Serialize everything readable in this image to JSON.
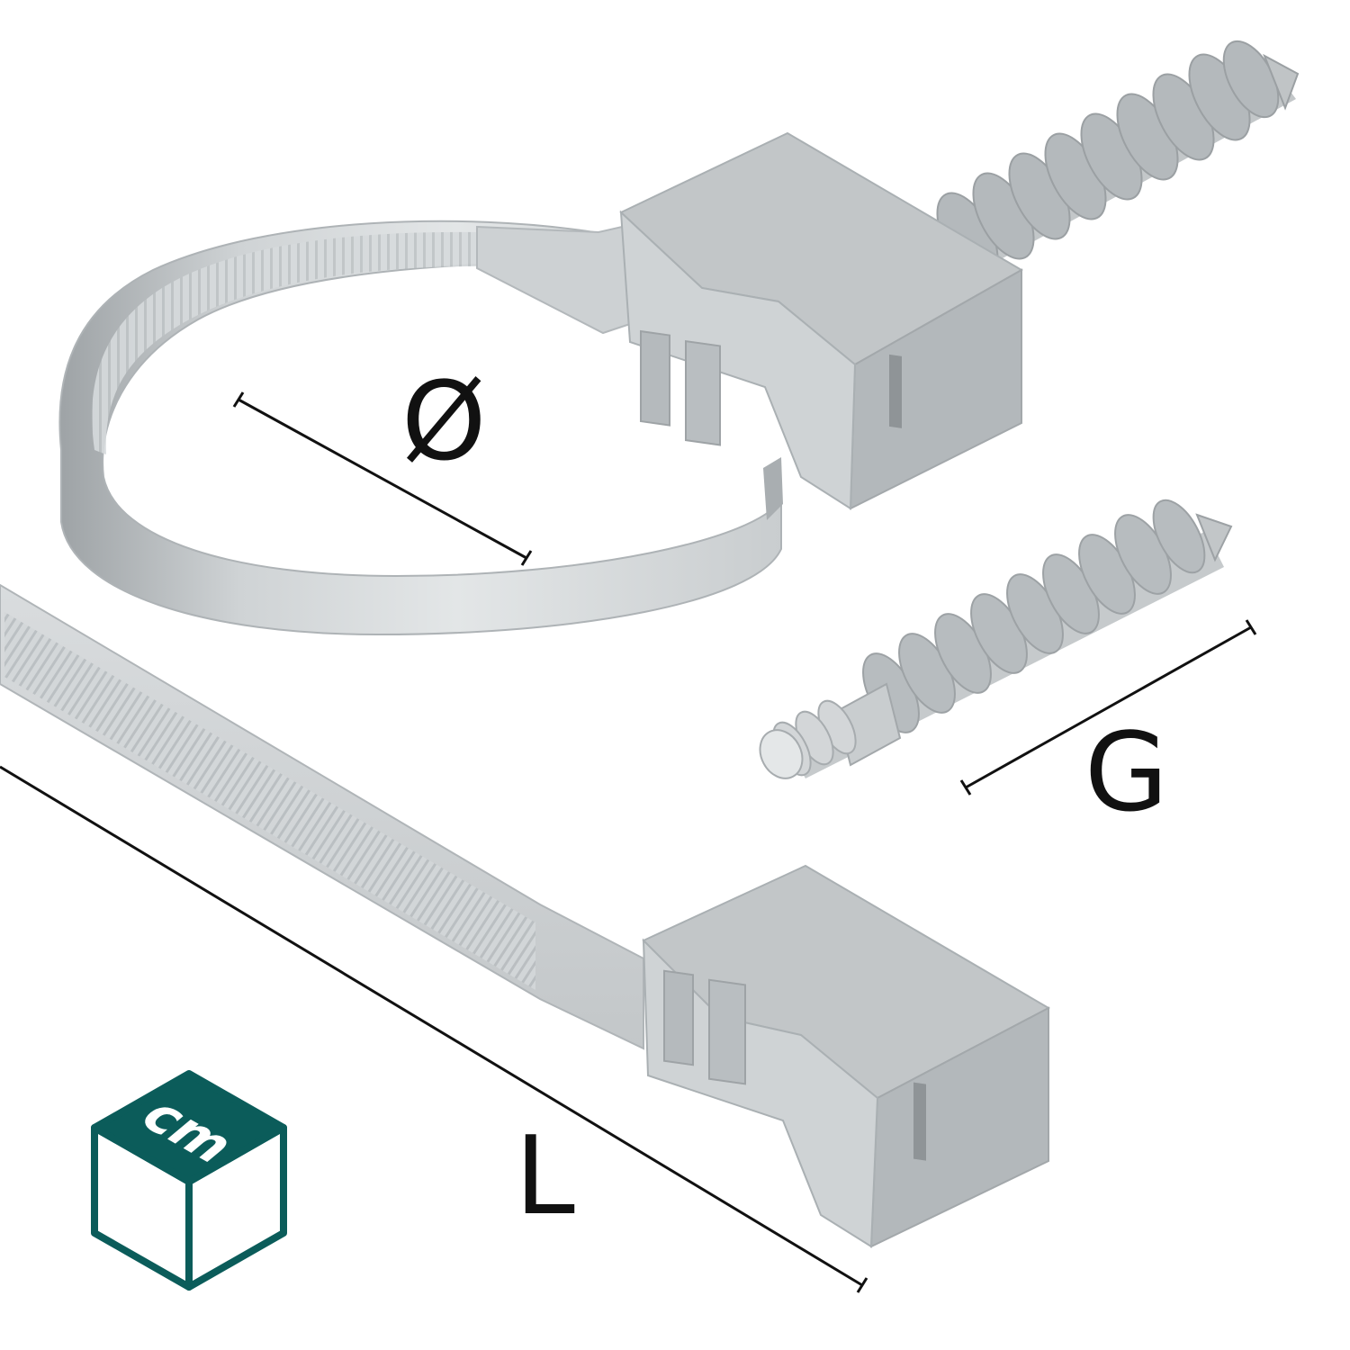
{
  "illustration": {
    "subject": "Cable tie with wall plug (dowel) – product dimension drawing",
    "colors": {
      "background": "#ffffff",
      "plastic_light": "#dfe2e3",
      "plastic_mid": "#c4c8ca",
      "plastic_dark": "#9fa4a7",
      "dimension_line": "#111111",
      "unit_icon": "#0b5c5a"
    },
    "parts": {
      "closed_tie": "cable-tie-loop-with-plug",
      "loose_plug": "wall-plug",
      "open_tie": "cable-tie-straight"
    }
  },
  "dimensions": {
    "diameter": {
      "label": "Ø",
      "meaning": "diameter"
    },
    "plug_length": {
      "label": "G",
      "meaning": "plug length"
    },
    "tie_length": {
      "label": "L",
      "meaning": "length"
    }
  },
  "unit_badge": {
    "text": "cm",
    "icon": "cube-icon"
  }
}
